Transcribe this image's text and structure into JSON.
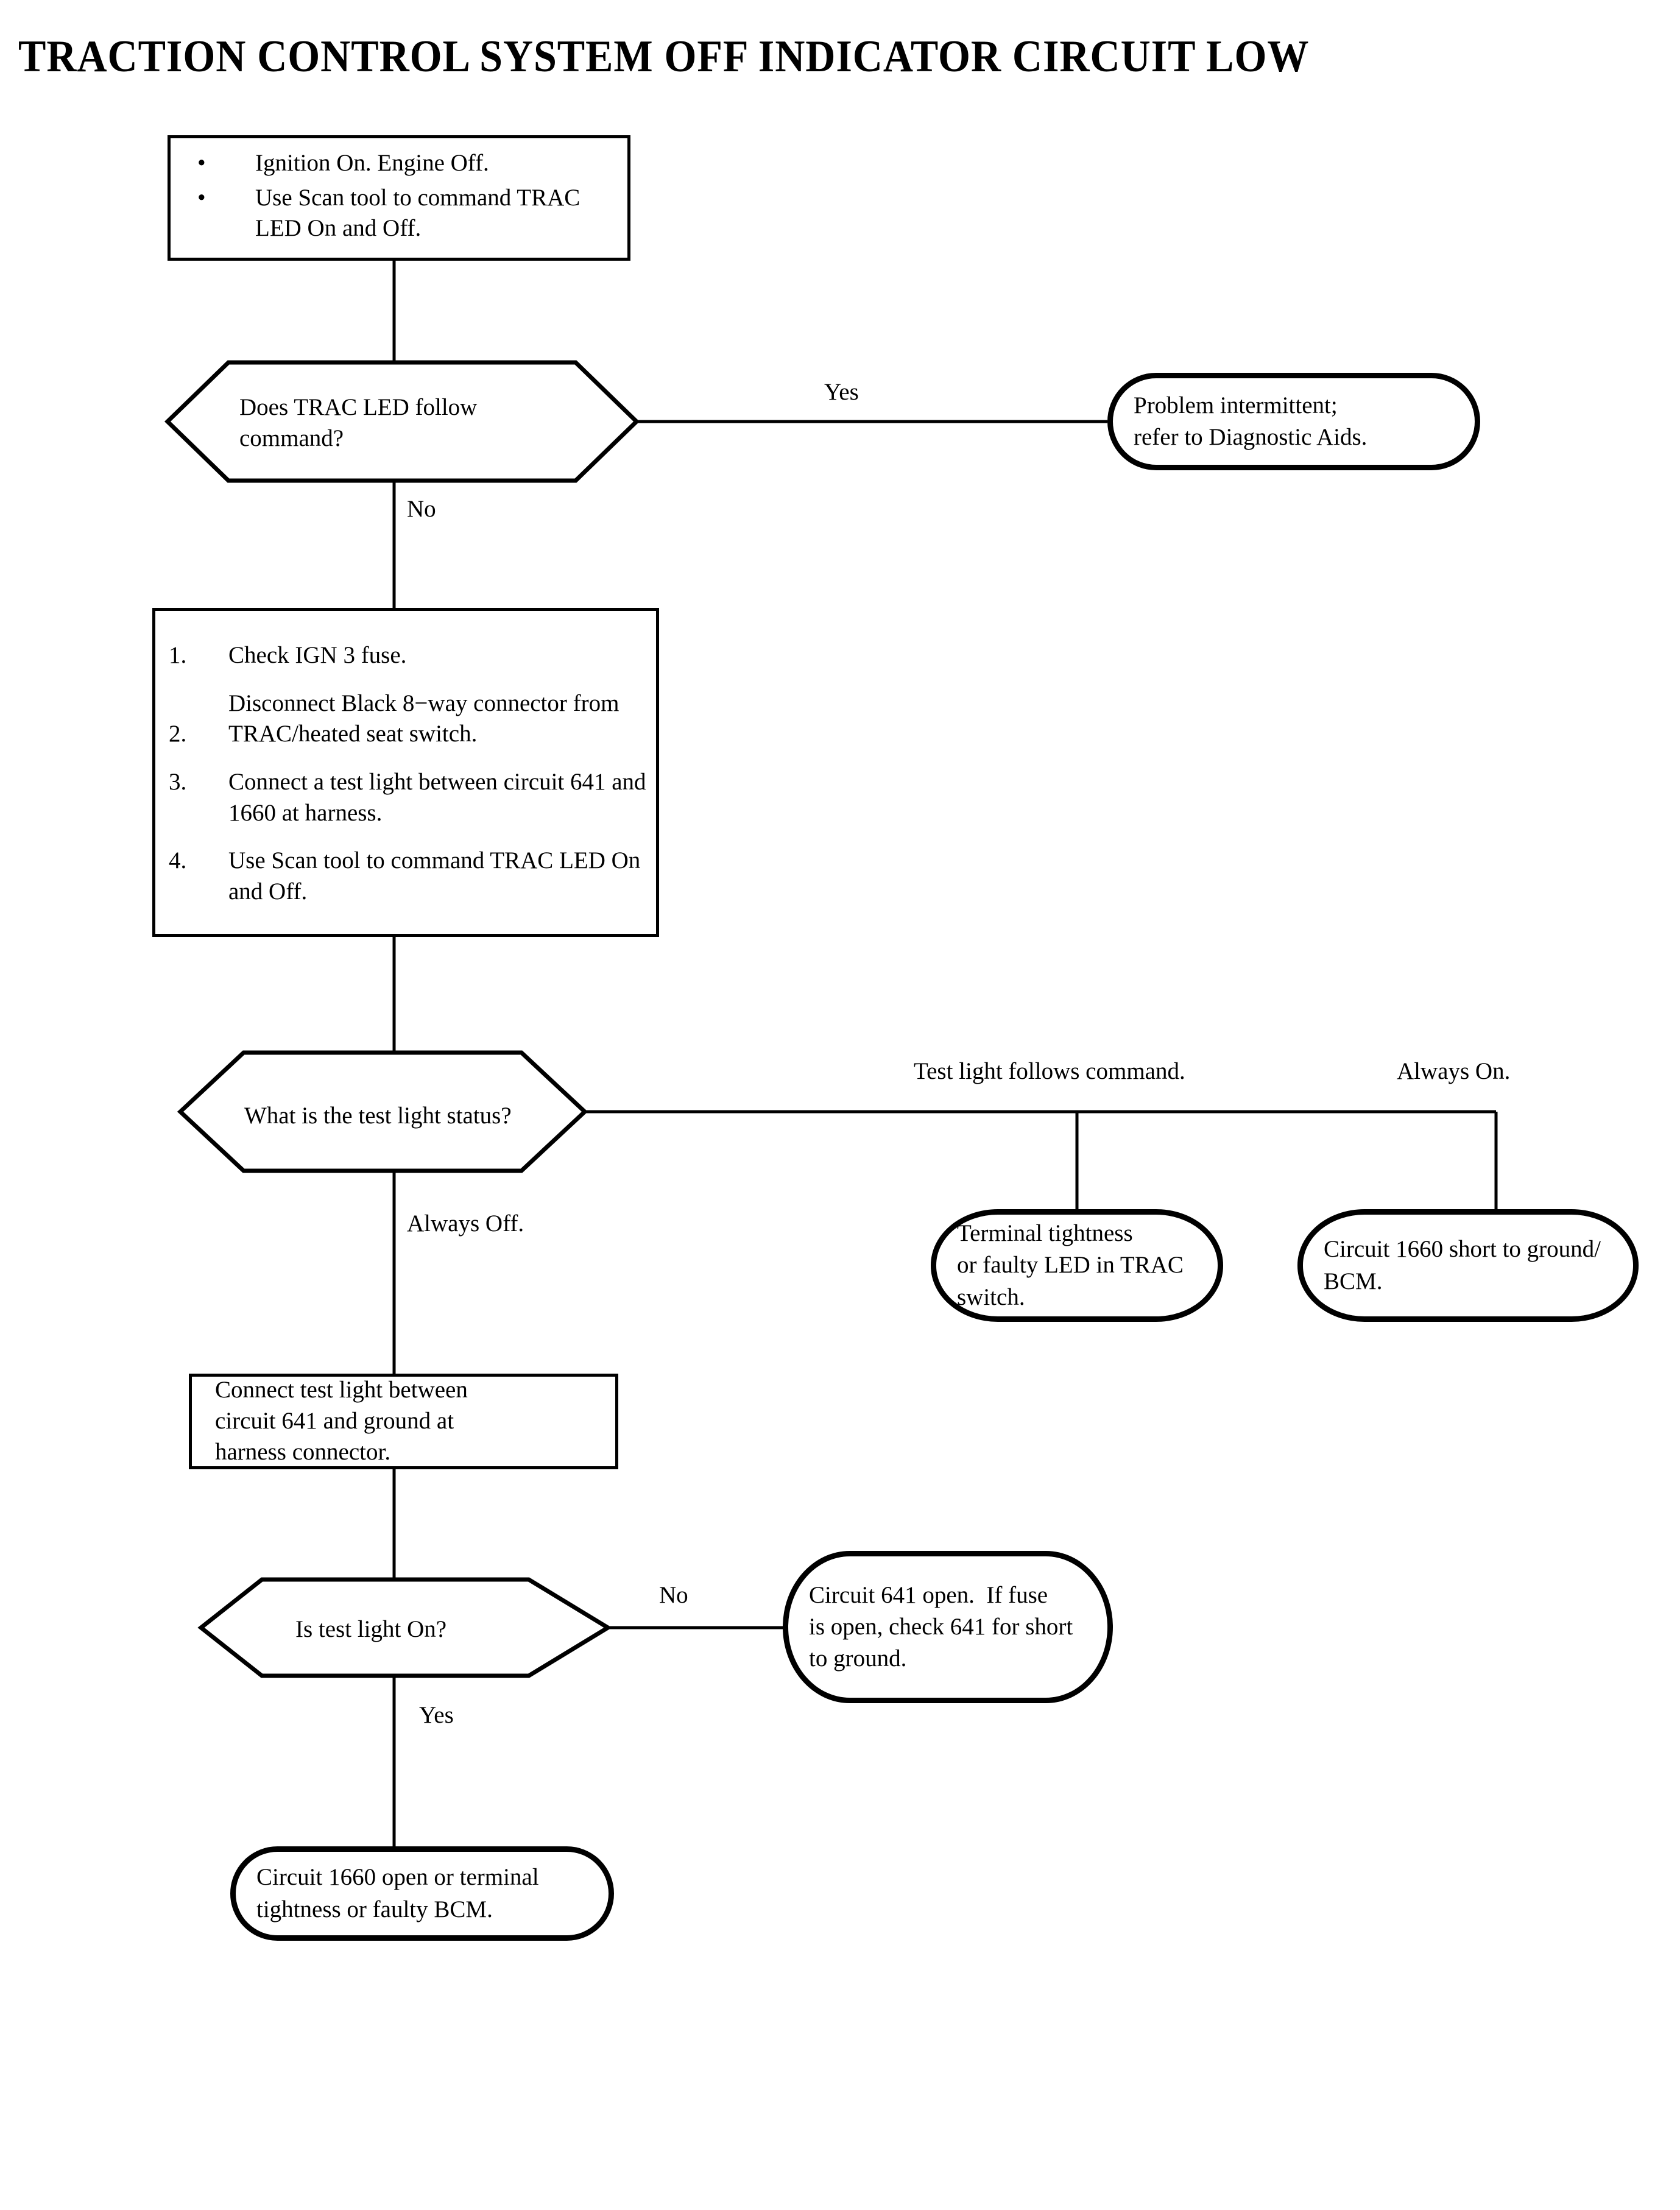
{
  "title": "TRACTION CONTROL SYSTEM OFF INDICATOR CIRCUIT LOW",
  "nodes": {
    "setup_box": {
      "bullet_glyph": "•",
      "items": [
        "Ignition On. Engine Off.",
        "Use Scan tool to command TRAC LED On and Off."
      ]
    },
    "decision_led_follow": {
      "text": "Does TRAC LED follow\ncommand?"
    },
    "terminal_intermittent": {
      "text": "Problem intermittent;\nrefer to Diagnostic Aids."
    },
    "steps_box": {
      "steps": [
        {
          "num": "1.",
          "text": "Check IGN 3 fuse."
        },
        {
          "num": "2.",
          "text": "Disconnect Black 8−way  connector from TRAC/heated seat switch."
        },
        {
          "num": "3.",
          "text": "Connect a test light between circuit 641 and 1660 at harness."
        },
        {
          "num": "4.",
          "text": "Use Scan tool to command TRAC LED On and Off."
        }
      ]
    },
    "decision_testlight_status": {
      "text": "What is the test light status?"
    },
    "terminal_terminal_tightness": {
      "text": "Terminal tightness\nor faulty LED in TRAC\nswitch."
    },
    "terminal_1660_short": {
      "text": "Circuit 1660 short to ground/\nBCM."
    },
    "process_connect_641_ground": {
      "text": "Connect test light between\ncircuit 641 and ground at\nharness connector."
    },
    "decision_testlight_on": {
      "text": "Is test light On?"
    },
    "terminal_641_open": {
      "text": "Circuit 641 open.  If fuse\nis open, check 641 for short\nto ground."
    },
    "terminal_1660_open": {
      "text": "Circuit 1660 open or terminal\ntightness or faulty BCM."
    }
  },
  "edge_labels": {
    "yes_intermittent": "Yes",
    "no_to_steps": "No",
    "test_light_follows": "Test light follows command.",
    "always_on": "Always On.",
    "always_off": "Always Off.",
    "no_641_open": "No",
    "yes_1660_open": "Yes"
  },
  "colors": {
    "line": "#000000",
    "background": "#ffffff",
    "text": "#000000"
  }
}
